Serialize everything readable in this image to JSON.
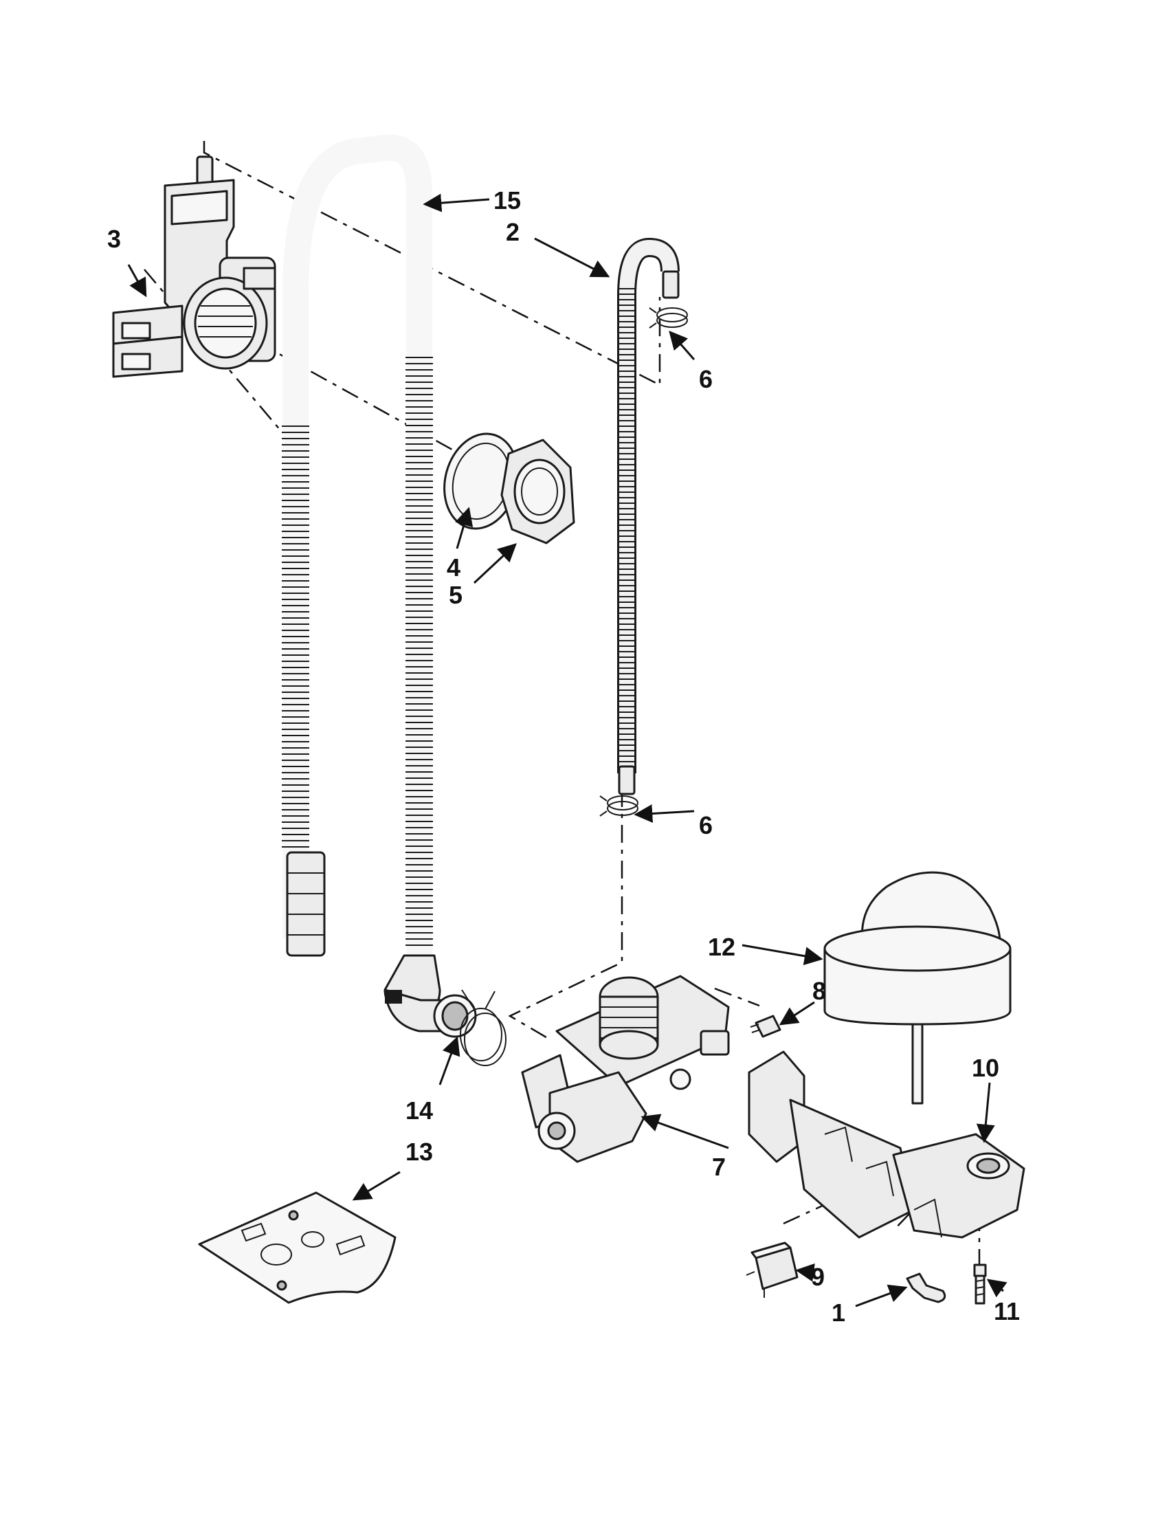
{
  "callouts": {
    "c1": "1",
    "c2": "2",
    "c3": "3",
    "c4": "4",
    "c5": "5",
    "c6a": "6",
    "c6b": "6",
    "c7": "7",
    "c8": "8",
    "c9": "9",
    "c10": "10",
    "c11": "11",
    "c12": "12",
    "c13": "13",
    "c14": "14",
    "c15": "15"
  },
  "colors": {
    "line": "#111111",
    "part_fill": "#ececec",
    "background": "#ffffff"
  }
}
